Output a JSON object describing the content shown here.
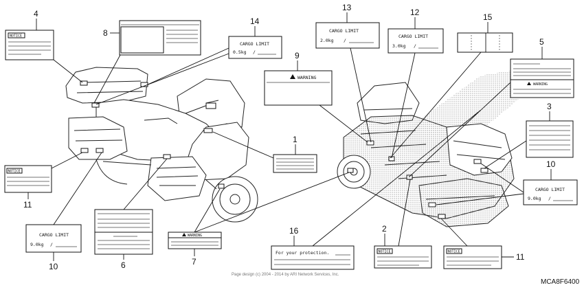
{
  "callouts": {
    "n1": "1",
    "n2": "2",
    "n3": "3",
    "n4": "4",
    "n5": "5",
    "n6": "6",
    "n7": "7",
    "n8": "8",
    "n9": "9",
    "n10a": "10",
    "n10b": "10",
    "n11a": "11",
    "n11b": "11",
    "n12": "12",
    "n13": "13",
    "n14": "14",
    "n15": "15",
    "n16": "16"
  },
  "labels": {
    "notice": "NOTICE",
    "warning": "WARNING",
    "cargo_limit": "CARGO LIMIT",
    "cargo_14_value": "0.5kg",
    "cargo_13_value": "2.0kg",
    "cargo_12_value": "3.0kg",
    "cargo_10_value": "9.0kg",
    "protection": "For your protection."
  },
  "footer": {
    "copyright": "Page design (c) 2004 - 2014 by ARI Network Services, Inc.",
    "diagram_code": "MCA8F6400"
  }
}
